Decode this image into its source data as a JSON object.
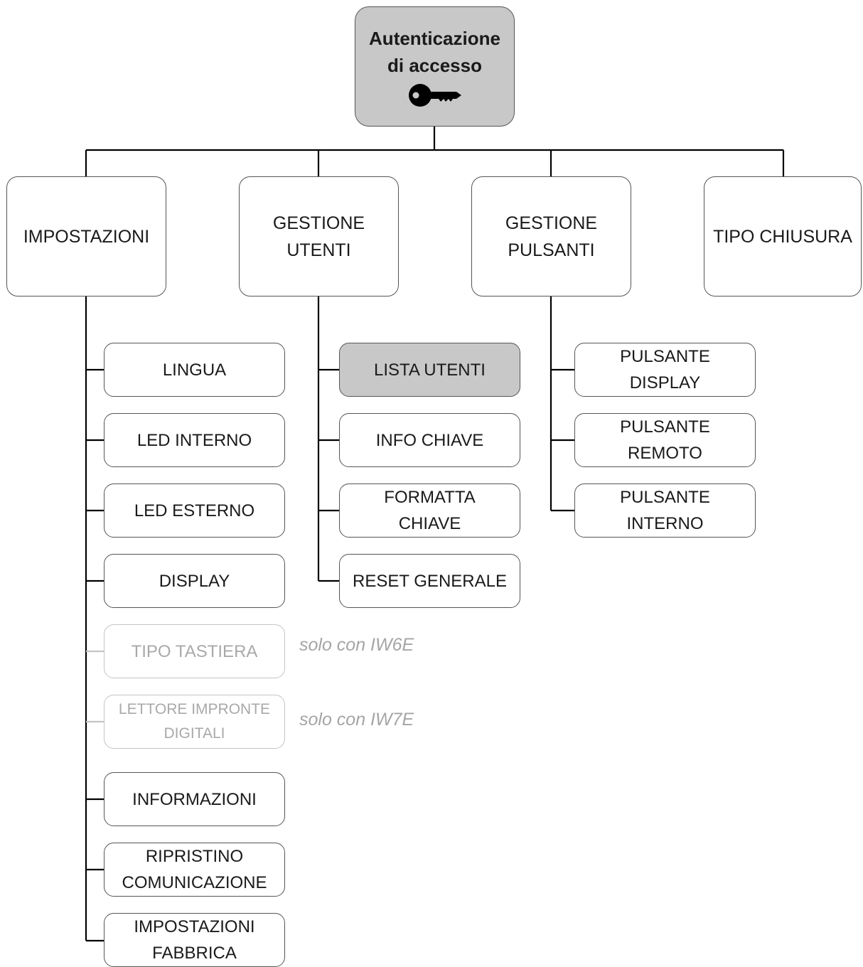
{
  "root": {
    "title": "Autenticazione di accesso",
    "icon": "key-icon"
  },
  "categories": {
    "impostazioni": "IMPOSTAZIONI",
    "gestione_utenti": "GESTIONE UTENTI",
    "gestione_pulsanti": "GESTIONE PULSANTI",
    "tipo_chiusura": "TIPO CHIUSURA"
  },
  "impostazioni_items": [
    "LINGUA",
    "LED INTERNO",
    "LED ESTERNO",
    "DISPLAY",
    "TIPO TASTIERA",
    "LETTORE IMPRONTE DIGITALI",
    "INFORMAZIONI",
    "RIPRISTINO COMUNICAZIONE",
    "IMPOSTAZIONI FABBRICA"
  ],
  "gestione_utenti_items": [
    "LISTA UTENTI",
    "INFO CHIAVE",
    "FORMATTA CHIAVE",
    "RESET GENERALE"
  ],
  "gestione_pulsanti_items": [
    "PULSANTE DISPLAY",
    "PULSANTE REMOTO",
    "PULSANTE INTERNO"
  ],
  "notes": {
    "iw6e": "solo con IW6E",
    "iw7e": "solo con IW7E"
  },
  "colors": {
    "highlight": "#c8c8c8",
    "disabled": "#a9a9a9",
    "line": "#000000"
  }
}
